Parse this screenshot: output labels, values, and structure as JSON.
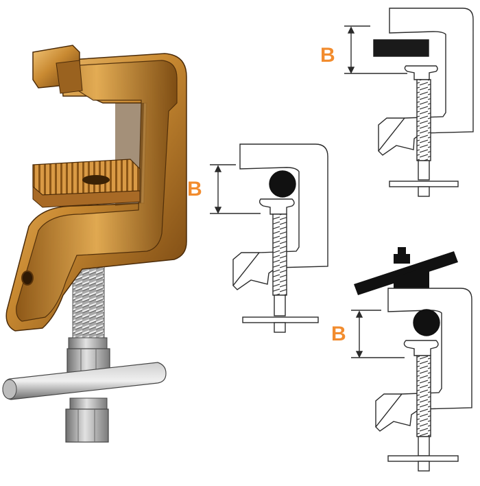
{
  "colors": {
    "accent": "#f28c2e",
    "line": "#2b2b2b",
    "bronze_light": "#e7b25a",
    "bronze_mid": "#c98a32",
    "bronze_dark": "#7a4a12",
    "steel_light": "#d9d9d9",
    "steel_dark": "#7d7d7d"
  },
  "dimension_labels": {
    "top": "B",
    "middle": "B",
    "bottom": "B"
  },
  "views": [
    {
      "name": "bronze-clamp-photo"
    },
    {
      "name": "clamp-with-flat-bar"
    },
    {
      "name": "clamp-with-round-conductor"
    },
    {
      "name": "clamp-on-cross-bar"
    }
  ]
}
